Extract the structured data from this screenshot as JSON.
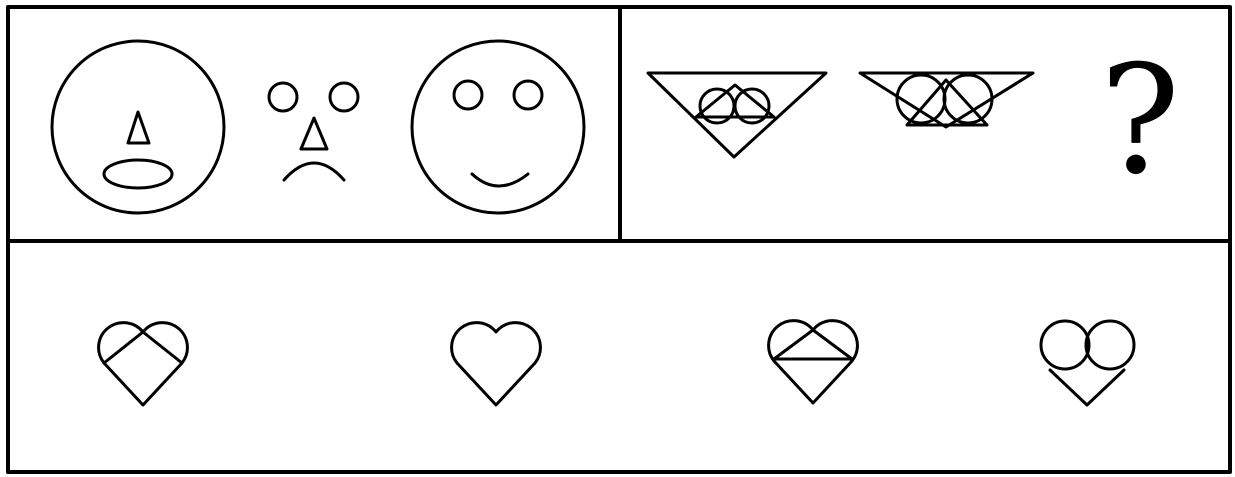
{
  "puzzle": {
    "question_mark": "?",
    "stroke_color": "#000000",
    "background_color": "#ffffff",
    "top_left_panel": {
      "figures": [
        "face-outline-nose-mouth",
        "eyes-nose-frown",
        "face-outline-eyes-smile"
      ]
    },
    "top_right_panel": {
      "figures": [
        "triangle-with-inner-triangle-circles",
        "triangle-with-two-circles",
        "unknown"
      ]
    },
    "answer_options": [
      {
        "id": "option-1",
        "shapes": [
          "heart",
          "inner-triangle"
        ]
      },
      {
        "id": "option-2",
        "shapes": [
          "heart"
        ]
      },
      {
        "id": "option-3",
        "shapes": [
          "heart",
          "inner-triangle-with-base"
        ]
      },
      {
        "id": "option-4",
        "shapes": [
          "heart",
          "two-circles"
        ]
      }
    ]
  }
}
